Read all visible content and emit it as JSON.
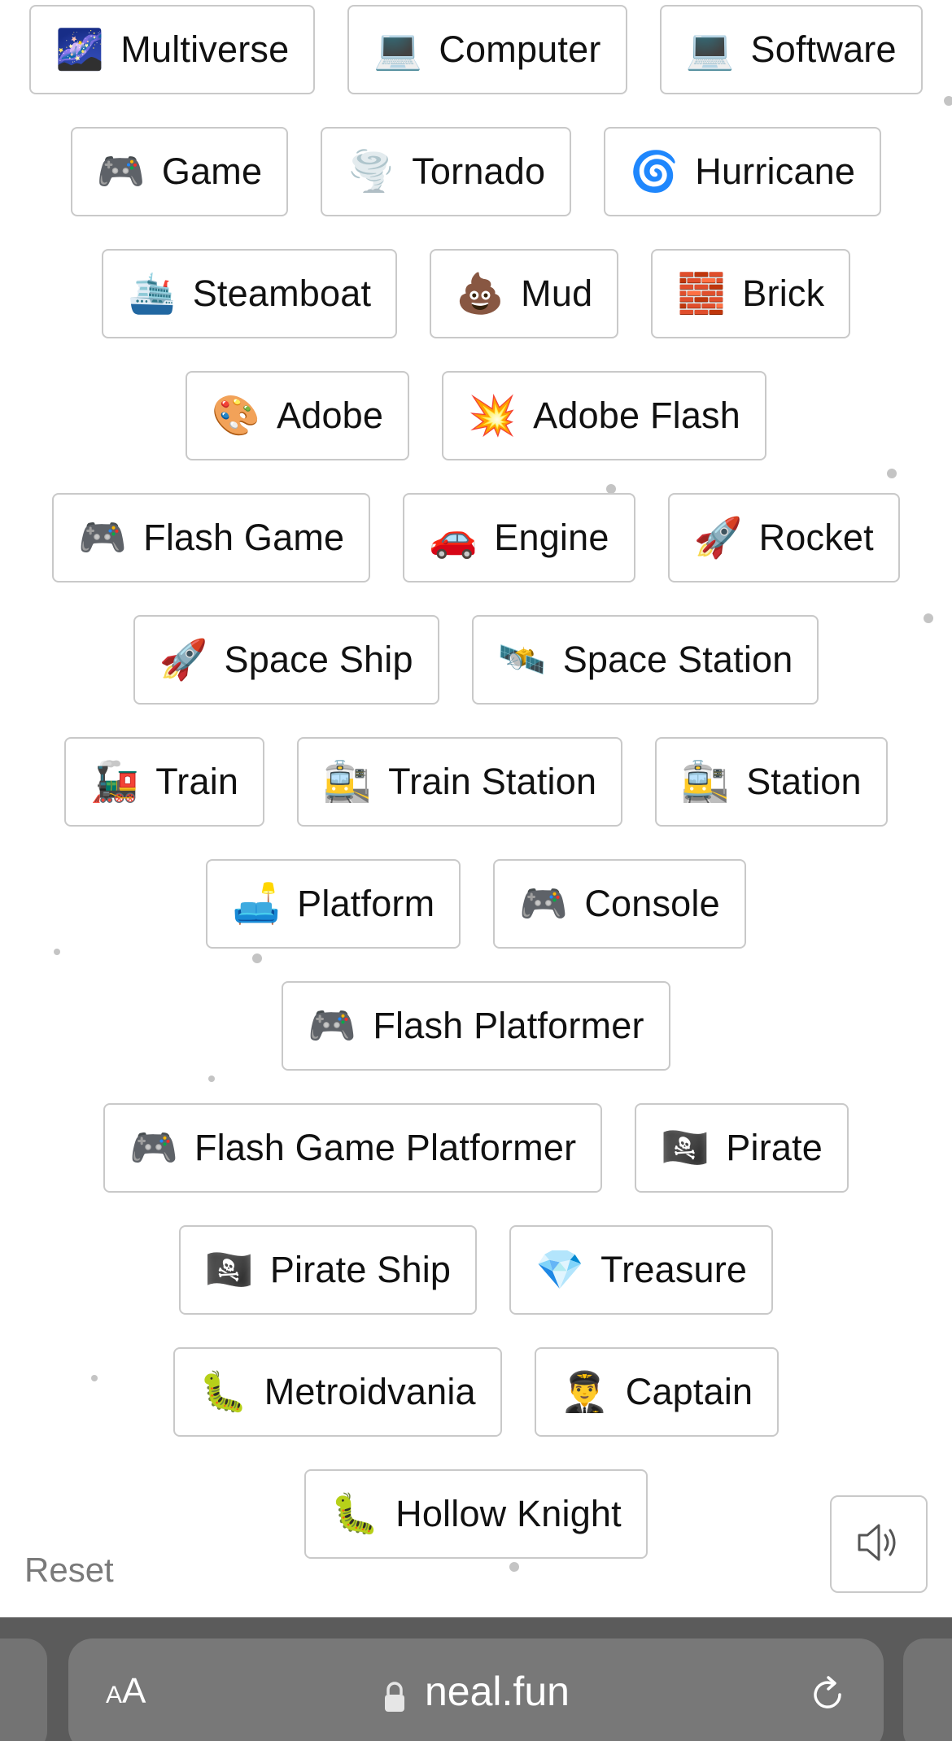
{
  "rows": [
    [
      {
        "emoji": "🌌",
        "label": "Multiverse"
      },
      {
        "emoji": "💻",
        "label": "Computer"
      },
      {
        "emoji": "💻",
        "label": "Software"
      }
    ],
    [
      {
        "emoji": "🎮",
        "label": "Game"
      },
      {
        "emoji": "🌪️",
        "label": "Tornado"
      },
      {
        "emoji": "🌀",
        "label": "Hurricane"
      }
    ],
    [
      {
        "emoji": "🛳️",
        "label": "Steamboat"
      },
      {
        "emoji": "💩",
        "label": "Mud"
      },
      {
        "emoji": "🧱",
        "label": "Brick"
      }
    ],
    [
      {
        "emoji": "🎨",
        "label": "Adobe"
      },
      {
        "emoji": "💥",
        "label": "Adobe Flash"
      }
    ],
    [
      {
        "emoji": "🎮",
        "label": "Flash Game"
      },
      {
        "emoji": "🚗",
        "label": "Engine"
      },
      {
        "emoji": "🚀",
        "label": "Rocket"
      }
    ],
    [
      {
        "emoji": "🚀",
        "label": "Space Ship"
      },
      {
        "emoji": "🛰️",
        "label": "Space Station"
      }
    ],
    [
      {
        "emoji": "🚂",
        "label": "Train"
      },
      {
        "emoji": "🚉",
        "label": "Train Station"
      },
      {
        "emoji": "🚉",
        "label": "Station"
      }
    ],
    [
      {
        "emoji": "🛋️",
        "label": "Platform"
      },
      {
        "emoji": "🎮",
        "label": "Console"
      }
    ],
    [
      {
        "emoji": "🎮",
        "label": "Flash Platformer"
      }
    ],
    [
      {
        "emoji": "🎮",
        "label": "Flash Game Platformer"
      },
      {
        "emoji": "🏴‍☠️",
        "label": "Pirate"
      }
    ],
    [
      {
        "emoji": "🏴‍☠️",
        "label": "Pirate Ship"
      },
      {
        "emoji": "💎",
        "label": "Treasure"
      }
    ],
    [
      {
        "emoji": "🐛",
        "label": "Metroidvania"
      },
      {
        "emoji": "👨‍✈️",
        "label": "Captain"
      }
    ],
    [
      {
        "emoji": "🐛",
        "label": "Hollow Knight"
      }
    ]
  ],
  "controls": {
    "reset_label": "Reset",
    "sound_icon": "speaker-icon"
  },
  "browser": {
    "text_size_label_small": "A",
    "text_size_label_large": "A",
    "url": "neal.fun",
    "lock_icon": "lock-icon",
    "reload_icon": "reload-icon"
  },
  "colors": {
    "item_border": "#c9c9c9",
    "bar_background": "#5b5b5b",
    "address_background": "#787878",
    "reset_text": "#7a7a7a"
  }
}
